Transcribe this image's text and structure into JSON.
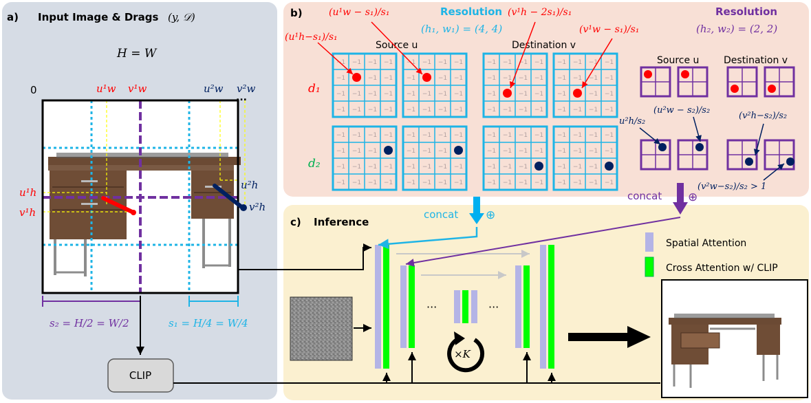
{
  "panel_a": {
    "letter": "a)",
    "title": "Input Image & Drags",
    "title_math": "(y, 𝒟)",
    "hw": "H = W",
    "zero": "0",
    "ellipsis": "...",
    "uw1": "u¹w",
    "vw1": "v¹w",
    "uw2": "u²w",
    "vw2": "v²w",
    "uh1": "u¹h",
    "vh1": "v¹h",
    "uh2": "u²h",
    "vh2": "v²h",
    "s2_label": "s₂ = H/2 = W/2",
    "s1_label": "s₁ = H/4 = W/4",
    "clip": "CLIP"
  },
  "panel_b": {
    "letter": "b)",
    "res1_title": "Resolution",
    "res1_value": "(h₁, w₁) = (4, 4)",
    "res2_title": "Resolution",
    "res2_value": "(h₂, w₂) = (2, 2)",
    "source_u": "Source u",
    "destination_v": "Destination v",
    "source_u2": "Source u",
    "destination_v2": "Destination v",
    "ann_uh1": "(u¹h−s₁)/s₁",
    "ann_uw1": "(u¹w − s₁)/s₁",
    "ann_vh1": "(v¹h − 2s₁)/s₁",
    "ann_vw1": "(v¹w − s₁)/s₁",
    "ann_uh2": "u²h/s₂",
    "ann_uw2": "(u²w − s₂)/s₂",
    "ann_vh2": "(v²h−s₂)/s₂",
    "ann_vw2": "(v²w−s₂)/s₂ > 1",
    "d1": "d₁",
    "d2": "d₂",
    "cell": "−1",
    "concat1": "concat",
    "concat2": "concat",
    "oplus": "⊕"
  },
  "panel_c": {
    "letter": "c)",
    "title": "Inference",
    "legend_spatial": "Spatial Attention",
    "legend_cross": "Cross Attention w/ CLIP",
    "dots": "···",
    "loop": "×K"
  },
  "colors": {
    "panel_a_bg": "#d6dce5",
    "panel_b_bg": "#f8e0d6",
    "panel_c_bg": "#fbf0d0",
    "grid_blue": "#1eb4e6",
    "purple": "#7030a0",
    "red": "#ff0000",
    "navy": "#002060",
    "green": "#00b050",
    "spatial": "#b4b4e6",
    "cross": "#00ff00",
    "clip_bg": "#d9d9d9",
    "arrow_blue": "#00b0f0",
    "yellow_dash": "#ffff00"
  }
}
